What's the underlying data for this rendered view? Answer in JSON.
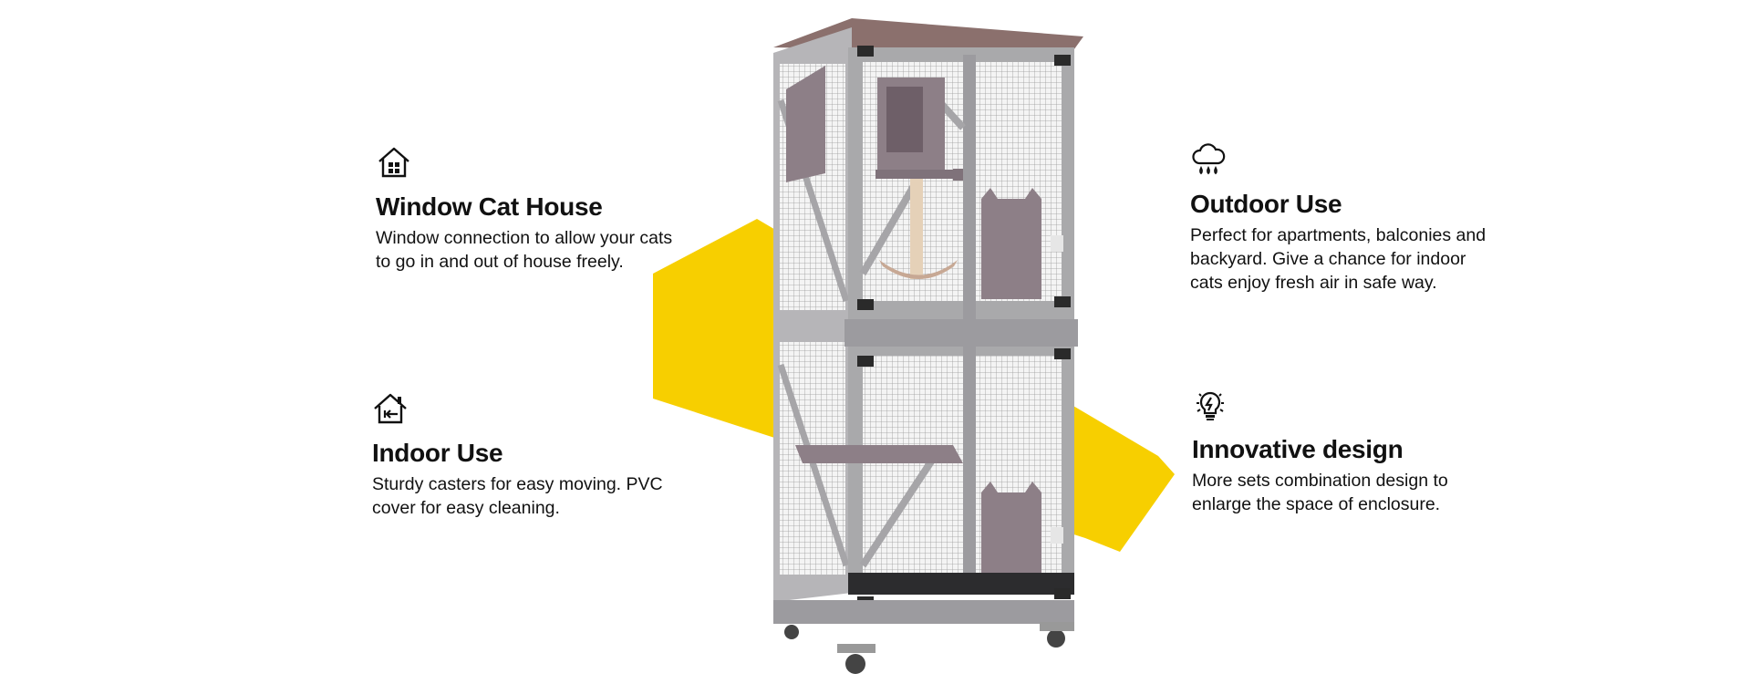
{
  "colors": {
    "accent_yellow": "#f7cf00",
    "frame_gray": "#a9a9ab",
    "frame_dark": "#8f8e92",
    "panel_mauve": "#8d7f87",
    "roof_brown": "#8b706d",
    "text": "#111111"
  },
  "features": [
    {
      "icon": "house-window-icon",
      "title": "Window Cat House",
      "description": "Window connection to allow your cats to go in and out of house freely."
    },
    {
      "icon": "house-arrow-icon",
      "title": "Indoor Use",
      "description": "Sturdy casters for easy moving. PVC cover for easy cleaning."
    },
    {
      "icon": "cloud-rain-icon",
      "title": "Outdoor Use",
      "description": "Perfect for apartments, balconies and backyard. Give a chance for indoor cats enjoy fresh air in safe way."
    },
    {
      "icon": "lightbulb-icon",
      "title": "Innovative design",
      "description": "More sets combination design to enlarge the space of enclosure."
    }
  ]
}
